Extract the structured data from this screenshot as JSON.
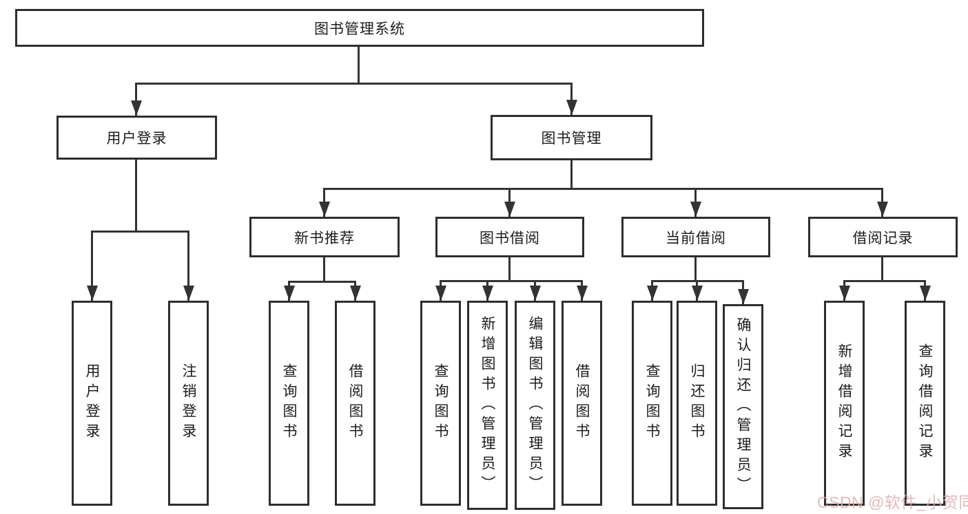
{
  "colors": {
    "line": "#333333",
    "box_border": "#2e2e2e",
    "box_fill": "#ffffff",
    "text": "#1c1c1c",
    "watermark": "#deacac"
  },
  "watermark": "CSDN @软件_小贺同学",
  "tree": {
    "root": {
      "label": "图书管理系统",
      "children": [
        {
          "label": "用户登录",
          "children": [
            {
              "label": "用户登录"
            },
            {
              "label": "注销登录"
            }
          ]
        },
        {
          "label": "图书管理",
          "children": [
            {
              "label": "新书推荐",
              "children": [
                {
                  "label": "查询图书"
                },
                {
                  "label": "借阅图书"
                }
              ]
            },
            {
              "label": "图书借阅",
              "children": [
                {
                  "label": "查询图书"
                },
                {
                  "label": "新增图书（管理员）"
                },
                {
                  "label": "编辑图书（管理员）"
                },
                {
                  "label": "借阅图书"
                }
              ]
            },
            {
              "label": "当前借阅",
              "children": [
                {
                  "label": "查询图书"
                },
                {
                  "label": "归还图书"
                },
                {
                  "label": "确认归还（管理员）"
                }
              ]
            },
            {
              "label": "借阅记录",
              "children": [
                {
                  "label": "新增借阅记录"
                },
                {
                  "label": "查询借阅记录"
                }
              ]
            }
          ]
        }
      ]
    }
  }
}
